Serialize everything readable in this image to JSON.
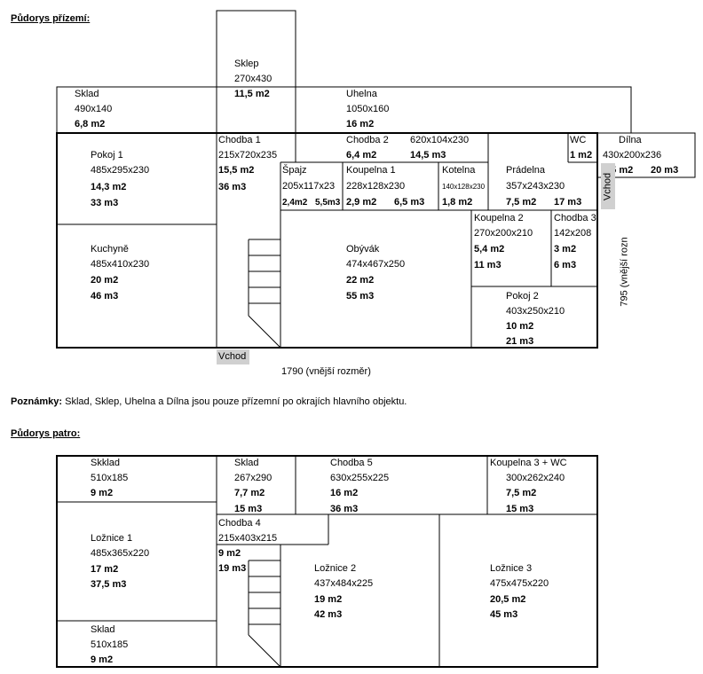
{
  "ground": {
    "heading": "Půdorys přízemí:",
    "sklep": {
      "name": "Sklep",
      "dims": "270x430",
      "area": "11,5 m2"
    },
    "sklad": {
      "name": "Sklad",
      "dims": "490x140",
      "area": "6,8 m2"
    },
    "uhelna": {
      "name": "Uhelna",
      "dims": "1050x160",
      "area": "16 m2"
    },
    "pokoj1": {
      "name": "Pokoj 1",
      "dims": "485x295x230",
      "area": "14,3 m2",
      "volume": "33 m3"
    },
    "chodba1": {
      "name": "Chodba 1",
      "dims": "215x720x235",
      "area": "15,5 m2",
      "volume": "36 m3"
    },
    "chodba2": {
      "name": "Chodba 2",
      "dims": "620x104x230",
      "area": "6,4 m2",
      "volume": "14,5 m3"
    },
    "wc": {
      "name": "WC",
      "area": "1 m2"
    },
    "dilna": {
      "name": "Dílna",
      "dims": "430x200x236",
      "area": "8,5 m2",
      "volume": "20 m3"
    },
    "spajz": {
      "name": "Špajz",
      "dims": "205x117x23",
      "area": "2,4m2",
      "volume": "5,5m3"
    },
    "koupelna1": {
      "name": "Koupelna 1",
      "dims": "228x128x230",
      "area": "2,9 m2",
      "volume": "6,5 m3"
    },
    "kotelna": {
      "name": "Kotelna",
      "dims": "140x128x230",
      "area": "1,8 m2"
    },
    "pradelna": {
      "name": "Prádelna",
      "dims": "357x243x230",
      "area": "7,5 m2",
      "volume": "17 m3"
    },
    "vchod_side": "Vchod",
    "koupelna2": {
      "name": "Koupelna 2",
      "dims": "270x200x210",
      "area": "5,4 m2",
      "volume": "11 m3"
    },
    "chodba3": {
      "name": "Chodba 3",
      "dims": "142x208",
      "area": "3 m2",
      "volume": "6 m3"
    },
    "kuchyne": {
      "name": "Kuchyně",
      "dims": "485x410x230",
      "area": "20 m2",
      "volume": "46 m3"
    },
    "obyvak": {
      "name": "Obývák",
      "dims": "474x467x250",
      "area": "22 m2",
      "volume": "55 m3"
    },
    "pokoj2": {
      "name": "Pokoj 2",
      "dims": "403x250x210",
      "area": "10 m2",
      "volume": "21 m3"
    },
    "side_dim": "795 (vnější rozn",
    "vchod_bottom": "Vchod",
    "bottom_dim": "1790 (vnější rozměr)"
  },
  "note": {
    "label": "Poznámky:",
    "text": "Sklad, Sklep, Uhelna a Dílna jsou pouze přízemní po okrajích hlavního objektu."
  },
  "upper": {
    "heading": "Půdorys patro:",
    "sklad_a": {
      "name": "Skklad",
      "dims": "510x185",
      "area": "9 m2"
    },
    "sklad_b": {
      "name": "Sklad",
      "dims": "267x290",
      "area": "7,7 m2",
      "volume": "15 m3"
    },
    "chodba5": {
      "name": "Chodba 5",
      "dims": "630x255x225",
      "area": "16 m2",
      "volume": "36 m3"
    },
    "koupelna3": {
      "name": "Koupelna 3 + WC",
      "dims": "300x262x240",
      "area": "7,5 m2",
      "volume": "15 m3"
    },
    "loznice1": {
      "name": "Ložnice 1",
      "dims": "485x365x220",
      "area": "17 m2",
      "volume": "37,5 m3"
    },
    "chodba4": {
      "name": "Chodba 4",
      "dims": "215x403x215",
      "area": "9 m2",
      "volume": "19 m3"
    },
    "loznice2": {
      "name": "Ložnice 2",
      "dims": "437x484x225",
      "area": "19 m2",
      "volume": "42 m3"
    },
    "loznice3": {
      "name": "Ložnice 3",
      "dims": "475x475x220",
      "area": "20,5 m2",
      "volume": "45 m3"
    },
    "sklad_c": {
      "name": "Sklad",
      "dims": "510x185",
      "area": "9 m2"
    }
  }
}
